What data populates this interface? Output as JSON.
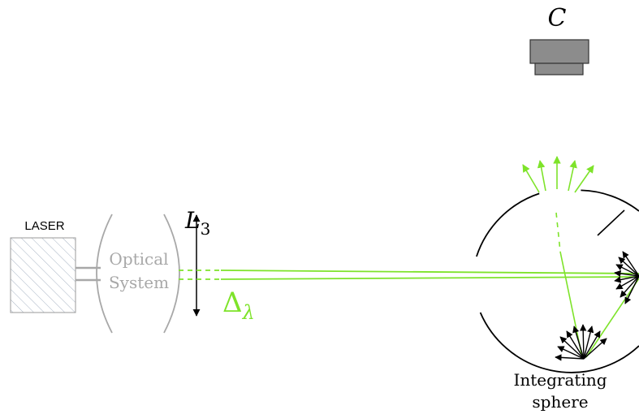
{
  "labels": {
    "camera": "C",
    "laser": "LASER",
    "optical_line1": "Optical",
    "optical_line2": "System",
    "lens_symbol": "L",
    "lens_subscript": "3",
    "delta_symbol": "Δ",
    "delta_subscript": "λ",
    "sphere_line1": "Integrating",
    "sphere_line2": "sphere"
  },
  "colors": {
    "beam": "#7ee32a",
    "optics_gray": "#a8a8a8",
    "camera_fill": "#8c8c8c",
    "ink": "#000000"
  }
}
